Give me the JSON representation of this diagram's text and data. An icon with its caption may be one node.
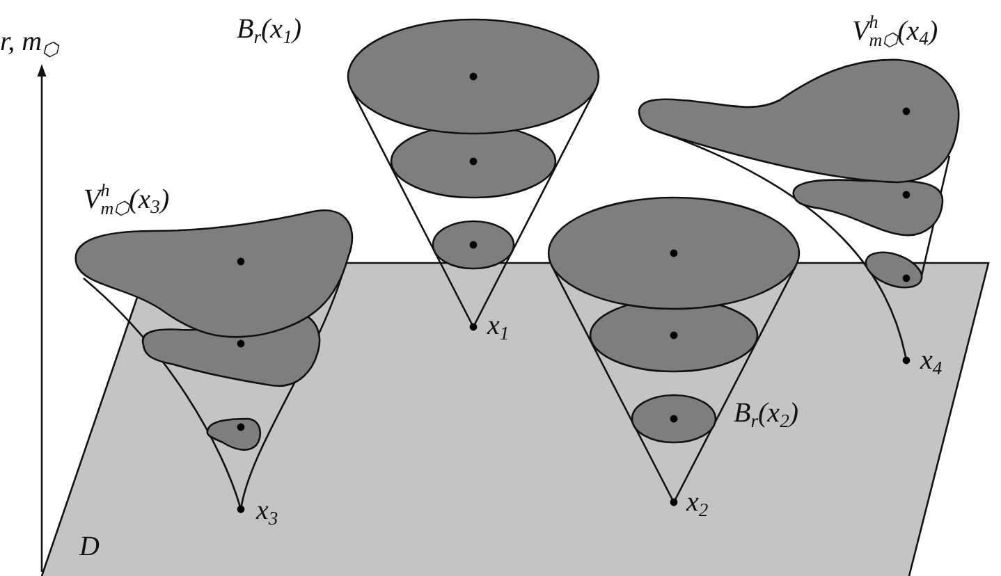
{
  "diagram": {
    "labels": [
      "r, m$_{⬡}$",
      "B$_{r}$(x$_{1}$)",
      "V$^{h}$$_{m⬡}$(x$_{4}$)",
      "V$^{h}$$_{m⬡}$(x$_{3}$)",
      "x$_{1}$",
      "x$_{4}$",
      "B$_{r}$(x$_{2}$)",
      "x$_{2}$",
      "x$_{3}$",
      "D"
    ]
  }
}
